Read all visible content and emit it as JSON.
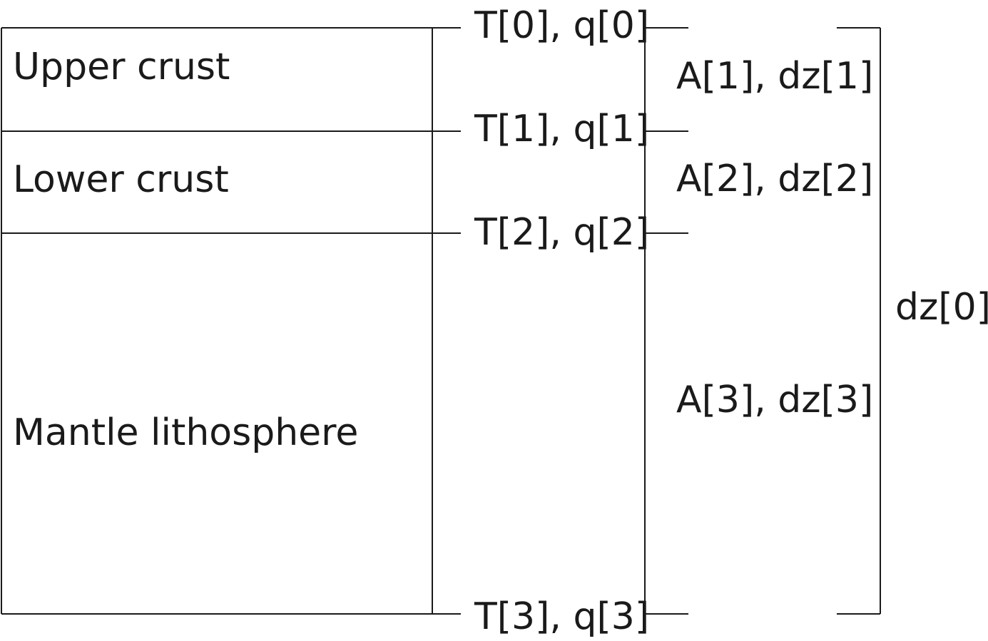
{
  "layers": [
    {
      "name": "Upper crust"
    },
    {
      "name": "Lower crust"
    },
    {
      "name": "Mantle lithosphere"
    }
  ],
  "interfaces": [
    {
      "label": "T[0], q[0]"
    },
    {
      "label": "T[1], q[1]"
    },
    {
      "label": "T[2], q[2]"
    },
    {
      "label": "T[3], q[3]"
    }
  ],
  "layer_properties": [
    {
      "label": "A[1], dz[1]"
    },
    {
      "label": "A[2], dz[2]"
    },
    {
      "label": "A[3], dz[3]"
    }
  ],
  "total_thickness": {
    "label": "dz[0]"
  }
}
